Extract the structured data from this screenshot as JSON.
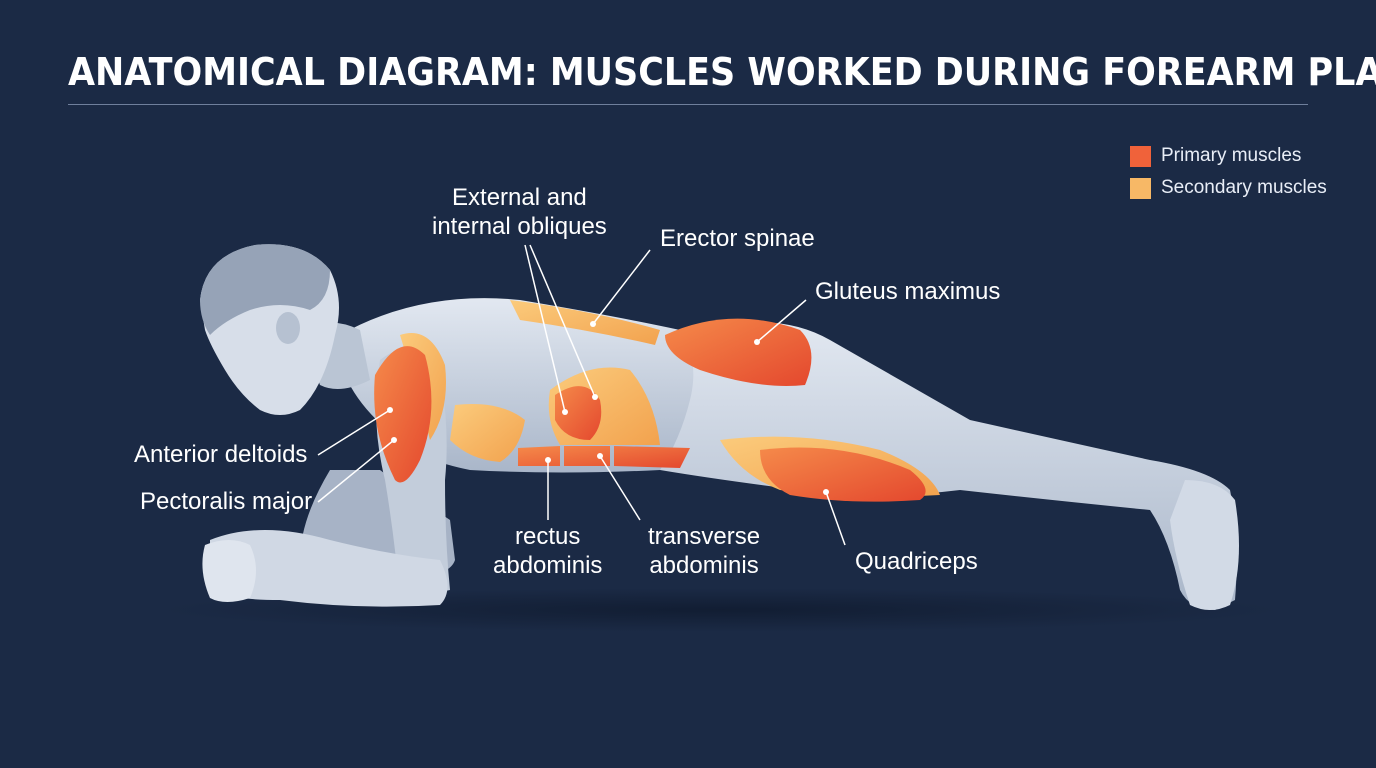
{
  "title": "ANATOMICAL DIAGRAM: MUSCLES WORKED DURING FOREARM PLANK",
  "legend": [
    {
      "label": "Primary muscles",
      "color": "#f0623a"
    },
    {
      "label": "Secondary muscles",
      "color": "#f7b866"
    }
  ],
  "colors": {
    "background": "#1b2a45",
    "body": "#c9d3e0",
    "body_shadow": "#98a6bb",
    "primary": "#f0623a",
    "secondary": "#f7b866",
    "leader": "#ffffff"
  },
  "labels": {
    "obliques": "External and\ninternal obliques",
    "erector": "Erector spinae",
    "gluteus": "Gluteus maximus",
    "deltoids": "Anterior deltoids",
    "pectoralis": "Pectoralis major",
    "rectus": "rectus\nabdominis",
    "transverse": "transverse\nabdominis",
    "quadriceps": "Quadriceps"
  }
}
